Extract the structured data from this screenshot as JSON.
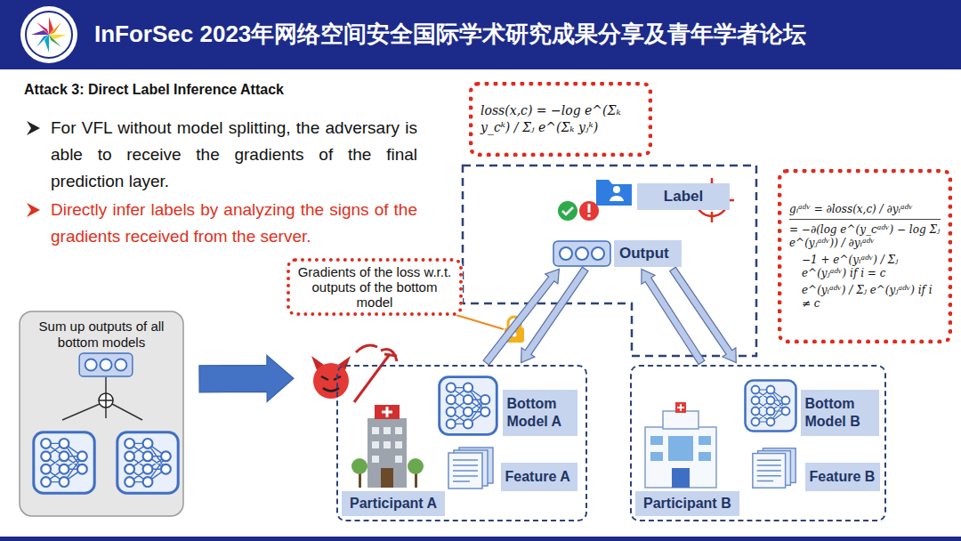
{
  "diagram": {
    "title": "InForSec 2023年网络空间安全国际学术研究成果分享及青年学者论坛",
    "nodes": [
      {
        "text": [
          "loss(x,c) = −log e^(Σₖ y_cᵏ) / Σⱼ e^(Σₖ yⱼᵏ)"
        ]
      },
      {
        "text": [
          "Label"
        ]
      },
      {
        "text": [
          "Output"
        ]
      },
      {
        "text": [
          "gᵢᵃᵈᵛ = ∂loss(x,c) / ∂yᵢᵃᵈᵛ",
          "= −∂(log e^(y_cᵃᵈᵛ) − log Σⱼ e^(yⱼᵃᵈᵛ)) / ∂yᵢᵃᵈᵛ",
          "−1 + e^(yᵢᵃᵈᵛ) / Σⱼ e^(yⱼᵃᵈᵛ)   if i = c",
          "e^(yᵢᵃᵈᵛ) / Σⱼ e^(yⱼᵃᵈᵛ)   if i ≠ c"
        ]
      },
      {
        "text": [
          "Gradients of the loss w.r.t. outputs of the bottom model"
        ]
      },
      {
        "text": [
          "Sum up outputs of all bottom models"
        ]
      },
      {
        "text": [
          "Participant A"
        ]
      },
      {
        "text": [
          "Bottom Model A"
        ],
        "in": 6
      },
      {
        "text": [
          "Feature A"
        ],
        "in": 6
      },
      {
        "text": [
          "Participant B"
        ]
      },
      {
        "text": [
          "Bottom Model B"
        ],
        "in": 9
      },
      {
        "text": [
          "Feature B"
        ],
        "in": 9
      }
    ],
    "edges": [
      {
        "from": 6,
        "to": 2,
        "arrow": "to"
      },
      {
        "from": 2,
        "to": 6,
        "arrow": "to"
      },
      {
        "from": 9,
        "to": 2,
        "arrow": "to"
      },
      {
        "from": 2,
        "to": 9,
        "arrow": "to"
      },
      {
        "from": 5,
        "to": 6,
        "arrow": "to"
      }
    ],
    "labels": [
      "Attack 3: Direct Label Inference Attack",
      "For VFL without model splitting, the adversary is able to receive the gradients of the final prediction layer.",
      "Directly infer labels by analyzing the signs of the gradients received from the server."
    ]
  }
}
